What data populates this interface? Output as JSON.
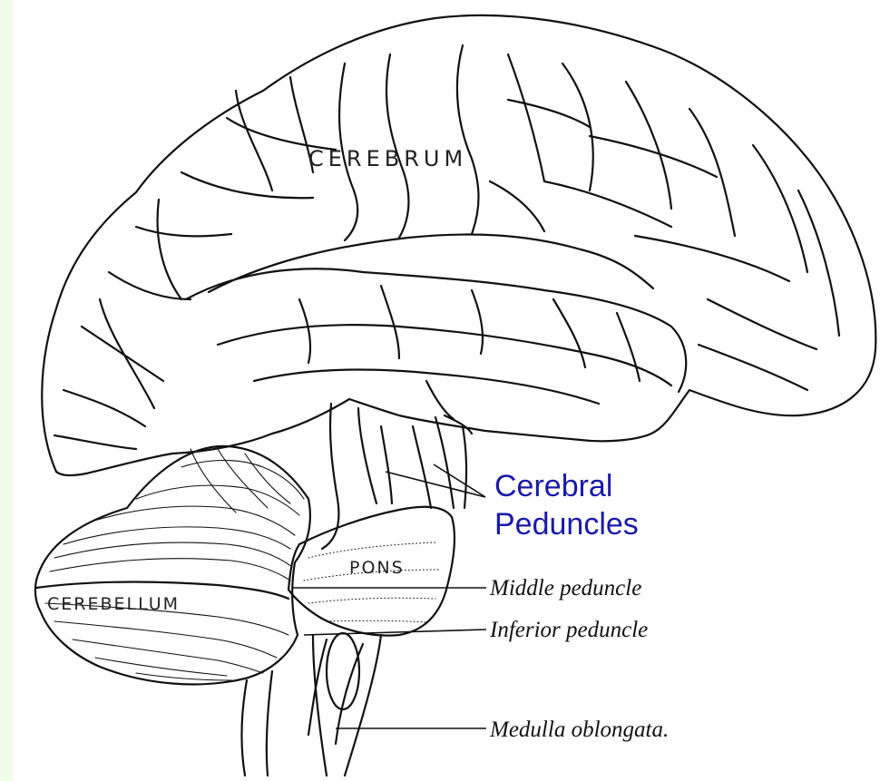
{
  "colors": {
    "frame": "#f0fce8",
    "sheet": "#ffffff",
    "ink": "#111111",
    "callout_blue": "#1a1aa8"
  },
  "labels": {
    "cerebrum": "CEREBRUM",
    "cerebellum": "CEREBELLUM",
    "pons": "PONS",
    "cerebral_peduncles_line1": "Cerebral",
    "cerebral_peduncles_line2": "Peduncles",
    "middle_peduncle": "Middle peduncle",
    "inferior_peduncle": "Inferior peduncle",
    "medulla_oblongata": "Medulla oblongata."
  }
}
